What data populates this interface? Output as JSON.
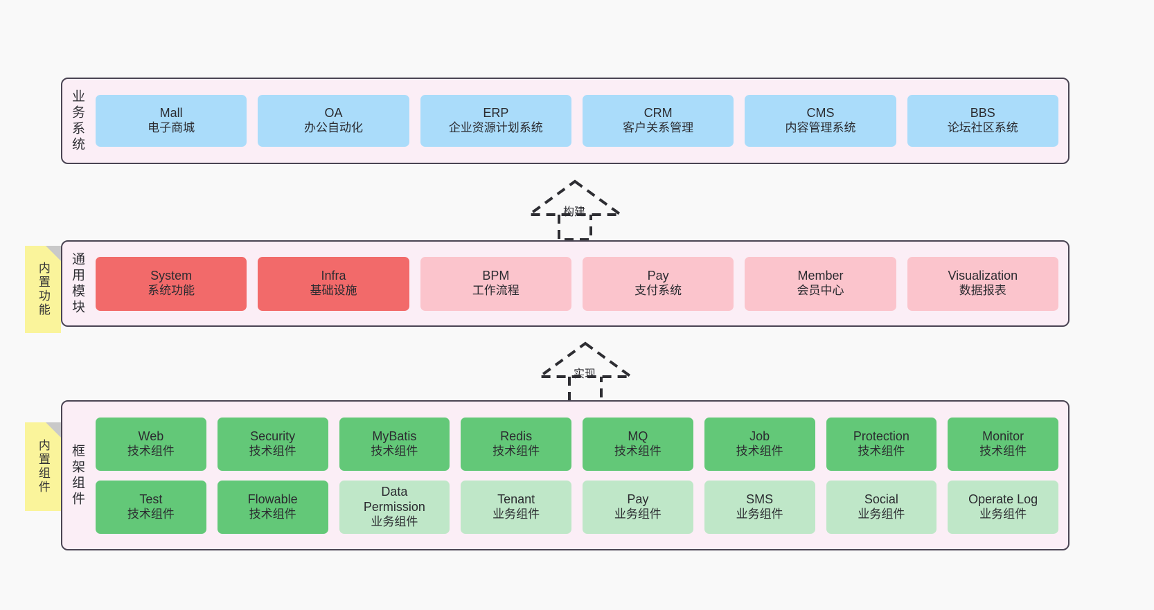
{
  "diagram": {
    "title_hidden": "",
    "colors": {
      "panel_bg": "#fbeef6",
      "panel_border": "#4a4453",
      "business": "#aadcfa",
      "core_red": "#f26a6a",
      "module_pink": "#fbc4cc",
      "tech_green": "#63c878",
      "biz_green": "#bfe7c8",
      "note_yellow": "#faf49b",
      "note_fold": "#c9c9c9",
      "canvas": "#f9f9f9"
    }
  },
  "business_layer": {
    "title": "业务系统",
    "cards": [
      {
        "name": "Mall",
        "desc": "电子商城"
      },
      {
        "name": "OA",
        "desc": "办公自动化"
      },
      {
        "name": "ERP",
        "desc": "企业资源计划系统"
      },
      {
        "name": "CRM",
        "desc": "客户关系管理"
      },
      {
        "name": "CMS",
        "desc": "内容管理系统"
      },
      {
        "name": "BBS",
        "desc": "论坛社区系统"
      }
    ]
  },
  "arrow_build": {
    "label": "构建",
    "style": "dashed-generalization",
    "direction": "up"
  },
  "arrow_impl": {
    "label": "实现",
    "style": "dashed-generalization",
    "direction": "up"
  },
  "common_layer": {
    "title": "通用模块",
    "note": "内置功能",
    "cards": [
      {
        "name": "System",
        "desc": "系统功能"
      },
      {
        "name": "Infra",
        "desc": "基础设施"
      },
      {
        "name": "BPM",
        "desc": "工作流程"
      },
      {
        "name": "Pay",
        "desc": "支付系统"
      },
      {
        "name": "Member",
        "desc": "会员中心"
      },
      {
        "name": "Visualization",
        "desc": "数据报表"
      }
    ]
  },
  "framework_layer": {
    "title": "框架组件",
    "note": "内置组件",
    "row1": [
      {
        "name": "Web",
        "desc": "技术组件"
      },
      {
        "name": "Security",
        "desc": "技术组件"
      },
      {
        "name": "MyBatis",
        "desc": "技术组件"
      },
      {
        "name": "Redis",
        "desc": "技术组件"
      },
      {
        "name": "MQ",
        "desc": "技术组件"
      },
      {
        "name": "Job",
        "desc": "技术组件"
      },
      {
        "name": "Protection",
        "desc": "技术组件"
      },
      {
        "name": "Monitor",
        "desc": "技术组件"
      }
    ],
    "row2": [
      {
        "name": "Test",
        "desc": "技术组件"
      },
      {
        "name": "Flowable",
        "desc": "技术组件"
      },
      {
        "name": "Data",
        "name2": "Permission",
        "desc": "业务组件"
      },
      {
        "name": "Tenant",
        "desc": "业务组件"
      },
      {
        "name": "Pay",
        "desc": "业务组件"
      },
      {
        "name": "SMS",
        "desc": "业务组件"
      },
      {
        "name": "Social",
        "desc": "业务组件"
      },
      {
        "name": "Operate Log",
        "desc": "业务组件"
      }
    ]
  }
}
